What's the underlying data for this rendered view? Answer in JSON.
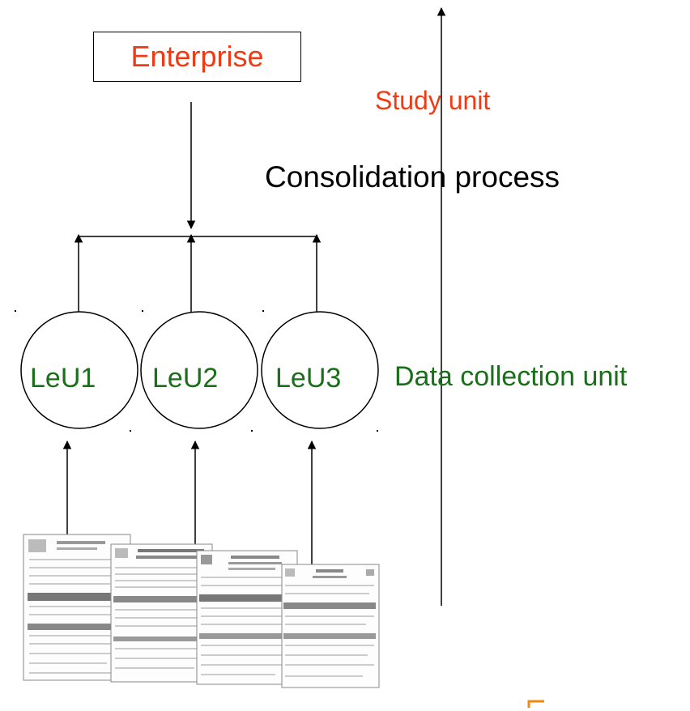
{
  "diagram": {
    "top_node": {
      "label": "Enterprise"
    },
    "study_unit_label": "Study unit",
    "process_label": "Consolidation process",
    "data_collection_label": "Data collection unit",
    "units": [
      {
        "label": "LeU1"
      },
      {
        "label": "LeU2"
      },
      {
        "label": "LeU3"
      }
    ],
    "colors": {
      "orange_red": "#f03a13",
      "green": "#1a6f1a",
      "line": "#000000"
    }
  }
}
